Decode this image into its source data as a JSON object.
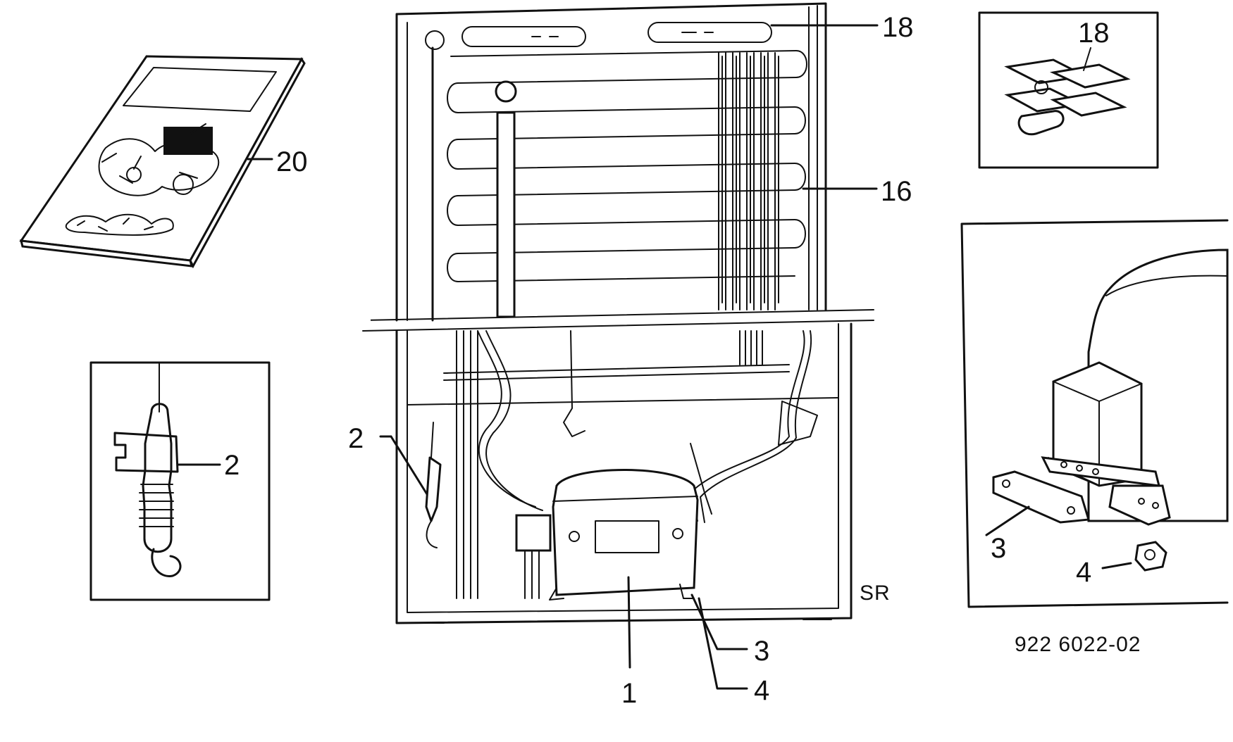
{
  "callouts": {
    "manual": "20",
    "thermostat_detail": "2",
    "thermostat_main": "2",
    "clip_main": "18",
    "clip_detail": "18",
    "condenser": "16",
    "compressor": "1",
    "bracket_main": "3",
    "grommet_main": "4",
    "bracket_detail": "3",
    "grommet_detail": "4"
  },
  "marks": {
    "sr": "SR"
  },
  "part_code": "922 6022-02"
}
